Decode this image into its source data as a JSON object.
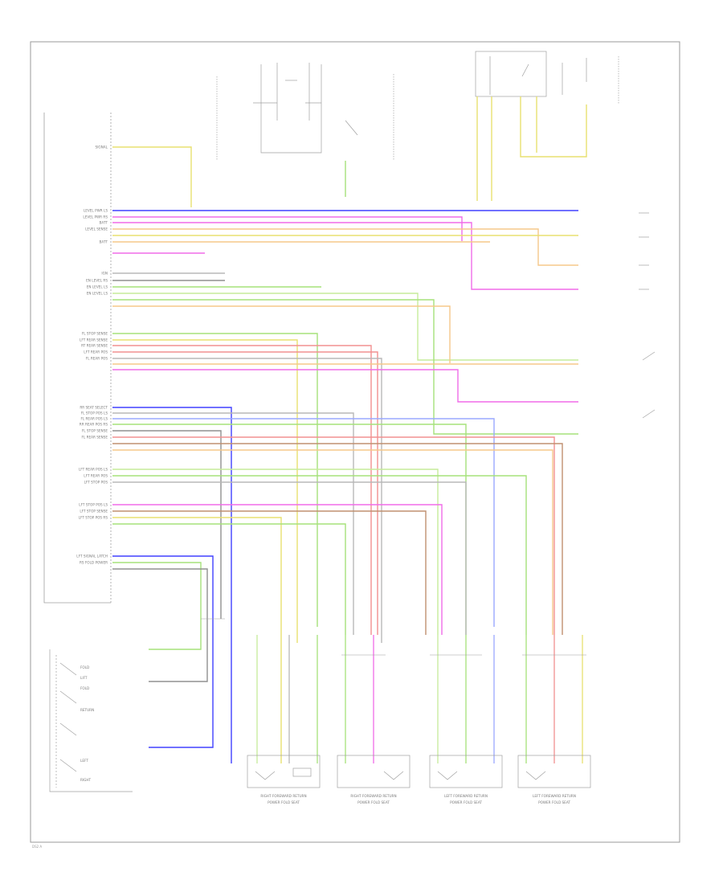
{
  "diagram": {
    "type": "wiring-schematic",
    "colors": {
      "border": "#9a9a9a",
      "text": "#7a7a7a",
      "wires": {
        "yellow": "#e8e070",
        "orange": "#f5c88a",
        "pink": "#f06ce8",
        "blue": "#4040ff",
        "green": "#a6e27a",
        "red": "#f29090",
        "brown": "#c09070",
        "gray": "#b8b8b8",
        "gray_dark": "#909090",
        "light_blue": "#9aa8ff",
        "light_green": "#c6ec9a"
      }
    },
    "module": {
      "pin_labels": [
        "SIGNAL",
        "",
        "LEVEL PWR LS",
        "LEVEL PWR RS",
        "BATT",
        "LEVEL SENSE",
        "BATT",
        "",
        "IGN",
        "EN LEVEL RS",
        "EN LEVEL LS",
        "EN LEVEL LS",
        "",
        "FL STOP SENSE",
        "LFT REAR SENSE",
        "RT REAR SENSE",
        "LFT REAR POS",
        "FL REAR POS",
        "",
        "RR SEAT SELECT",
        "FL STOP POS LS",
        "FL REAR POS LS",
        "RR REAR POS RS",
        "FL STOP SENSE",
        "FL REAR SENSE",
        "",
        "LFT REAR POS LS",
        "LFT REAR POS",
        "LFT STOP POS",
        "",
        "LFT STOP POS LS",
        "LFT STOP SENSE",
        "LFT STOP POS RS",
        "",
        "LFT SIGNAL LATCH",
        "RS FOLD POWER"
      ]
    },
    "switch_block": {
      "labels": [
        "FOLD",
        "LIFT",
        "FOLD",
        "RETURN",
        "LEFT",
        "RIGHT"
      ]
    },
    "actuators": [
      {
        "label": "RIGHT FOREWARD RETURN",
        "sub": "POWER FOLD SEAT"
      },
      {
        "label": "RIGHT FOREWARD RETURN",
        "sub": "POWER FOLD SEAT"
      },
      {
        "label": "LEFT FOREWARD RETURN",
        "sub": "POWER FOLD SEAT"
      },
      {
        "label": "LEFT FOREWARD RETURN",
        "sub": "POWER FOLD SEAT"
      }
    ],
    "stamp": "DS2 A"
  }
}
